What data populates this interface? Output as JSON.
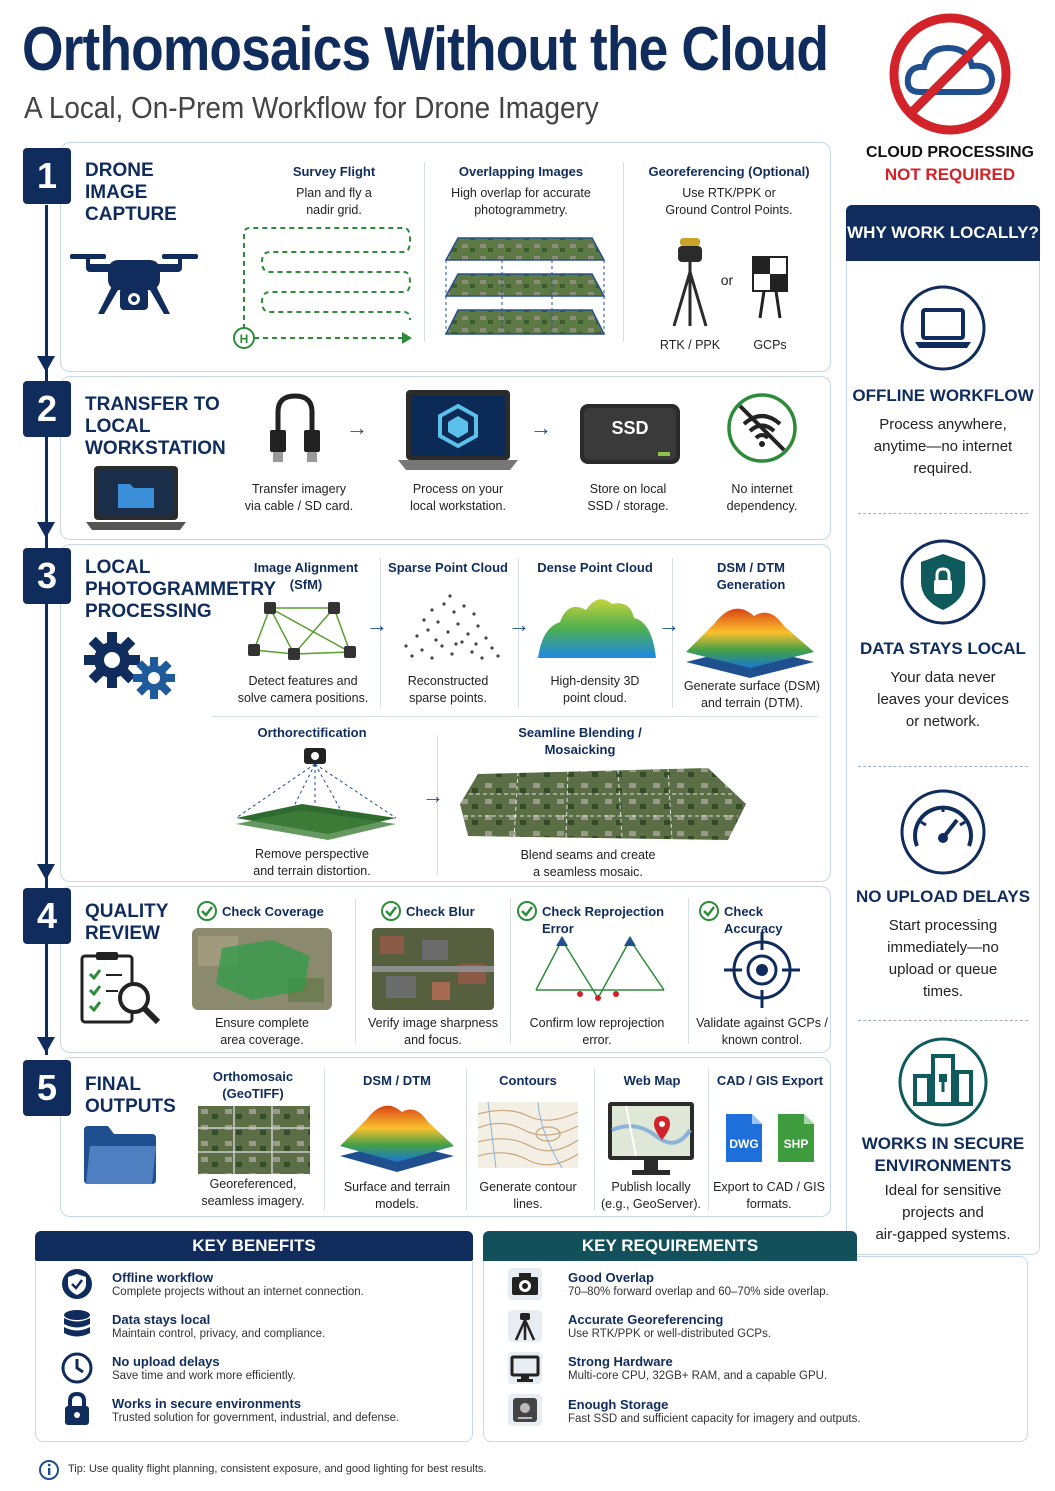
{
  "header": {
    "title": "Orthomosaics Without the Cloud",
    "subtitle": "A Local, On-Prem Workflow for Drone Imagery",
    "badge_line1": "CLOUD PROCESSING",
    "badge_line2": "NOT REQUIRED"
  },
  "steps": [
    {
      "number": "1",
      "title_lines": [
        "DRONE",
        "IMAGE",
        "CAPTURE"
      ],
      "columns": [
        {
          "heading": "Survey Flight",
          "text": [
            "Plan and fly a",
            "nadir grid."
          ]
        },
        {
          "heading": "Overlapping Images",
          "text": [
            "High overlap for accurate",
            "photogrammetry."
          ]
        },
        {
          "heading": "Georeferencing (Optional)",
          "text": [
            "Use RTK/PPK or",
            "Ground Control Points."
          ]
        }
      ],
      "extra": {
        "rtk": "RTK / PPK",
        "or": "or",
        "gcps": "GCPs",
        "home": "H"
      }
    },
    {
      "number": "2",
      "title_lines": [
        "TRANSFER TO",
        "LOCAL",
        "WORKSTATION"
      ],
      "columns": [
        {
          "text": [
            "Transfer imagery",
            "via cable / SD card."
          ]
        },
        {
          "text": [
            "Process on your",
            "local workstation."
          ]
        },
        {
          "text": [
            "Store on local",
            "SSD / storage."
          ],
          "label": "SSD"
        },
        {
          "text": [
            "No internet",
            "dependency."
          ]
        }
      ]
    },
    {
      "number": "3",
      "title_lines": [
        "LOCAL",
        "PHOTOGRAMMETRY",
        "PROCESSING"
      ],
      "columns": [
        {
          "heading": [
            "Image Alignment",
            "(SfM)"
          ],
          "text": [
            "Detect features and",
            "solve camera positions."
          ]
        },
        {
          "heading": [
            "Sparse Point Cloud"
          ],
          "text": [
            "Reconstructed",
            "sparse points."
          ]
        },
        {
          "heading": [
            "Dense Point Cloud"
          ],
          "text": [
            "High-density 3D",
            "point cloud."
          ]
        },
        {
          "heading": [
            "DSM / DTM",
            "Generation"
          ],
          "text": [
            "Generate surface (DSM)",
            "and terrain (DTM)."
          ]
        },
        {
          "heading": [
            "Orthorectification"
          ],
          "text": [
            "Remove perspective",
            "and terrain distortion."
          ]
        },
        {
          "heading": [
            "Seamline Blending /",
            "Mosaicking"
          ],
          "text": [
            "Blend seams and create",
            "a seamless mosaic."
          ]
        }
      ]
    },
    {
      "number": "4",
      "title_lines": [
        "QUALITY",
        "REVIEW"
      ],
      "columns": [
        {
          "heading": "Check Coverage",
          "text": [
            "Ensure complete",
            "area coverage."
          ]
        },
        {
          "heading": "Check Blur",
          "text": [
            "Verify image sharpness",
            "and focus."
          ]
        },
        {
          "heading": "Check Reprojection Error",
          "text": [
            "Confirm low reprojection",
            "error."
          ]
        },
        {
          "heading": "Check Accuracy",
          "text": [
            "Validate against GCPs /",
            "known control."
          ]
        }
      ]
    },
    {
      "number": "5",
      "title_lines": [
        "FINAL",
        "OUTPUTS"
      ],
      "columns": [
        {
          "heading": [
            "Orthomosaic",
            "(GeoTIFF)"
          ],
          "text": [
            "Georeferenced,",
            "seamless imagery."
          ]
        },
        {
          "heading": [
            "DSM / DTM"
          ],
          "text": [
            "Surface and terrain",
            "models."
          ]
        },
        {
          "heading": [
            "Contours"
          ],
          "text": [
            "Generate contour",
            "lines."
          ]
        },
        {
          "heading": [
            "Web Map"
          ],
          "text": [
            "Publish locally",
            "(e.g., GeoServer)."
          ]
        },
        {
          "heading": [
            "CAD / GIS Export"
          ],
          "text": [
            "Export to CAD / GIS",
            "formats."
          ],
          "badges": [
            "DWG",
            "SHP"
          ]
        }
      ]
    }
  ],
  "why": {
    "heading": "WHY WORK LOCALLY?",
    "items": [
      {
        "title": [
          "OFFLINE WORKFLOW"
        ],
        "text": [
          "Process anywhere,",
          "anytime—no internet",
          "required."
        ],
        "icon": "laptop-icon"
      },
      {
        "title": [
          "DATA STAYS LOCAL"
        ],
        "text": [
          "Your data never",
          "leaves your devices",
          "or network."
        ],
        "icon": "shield-lock-icon"
      },
      {
        "title": [
          "NO UPLOAD DELAYS"
        ],
        "text": [
          "Start processing",
          "immediately—no",
          "upload or queue",
          "times."
        ],
        "icon": "speedometer-icon"
      },
      {
        "title": [
          "WORKS IN SECURE",
          "ENVIRONMENTS"
        ],
        "text": [
          "Ideal for sensitive",
          "projects and",
          "air-gapped systems."
        ],
        "icon": "secure-building-icon"
      }
    ]
  },
  "key_benefits": {
    "heading": "KEY BENEFITS",
    "items": [
      {
        "title": "Offline workflow",
        "text": "Complete projects without an internet connection."
      },
      {
        "title": "Data stays local",
        "text": "Maintain control, privacy, and compliance."
      },
      {
        "title": "No upload delays",
        "text": "Save time and work more efficiently."
      },
      {
        "title": "Works in secure environments",
        "text": "Trusted solution for government, industrial, and defense."
      }
    ]
  },
  "key_requirements": {
    "heading": "KEY REQUIREMENTS",
    "items": [
      {
        "title": "Good Overlap",
        "text": "70–80% forward overlap and 60–70% side overlap."
      },
      {
        "title": "Accurate Georeferencing",
        "text": "Use RTK/PPK or well-distributed GCPs."
      },
      {
        "title": "Strong Hardware",
        "text": "Multi-core CPU, 32GB+ RAM, and a capable GPU."
      },
      {
        "title": "Enough Storage",
        "text": "Fast SSD and sufficient capacity for imagery and outputs."
      }
    ]
  },
  "tip": "Tip: Use quality flight planning, consistent exposure, and good lighting for best results.",
  "colors": {
    "navy": "#0f2c5c",
    "teal": "#12505c",
    "red": "#d2232a",
    "green": "#2e8b3a"
  }
}
